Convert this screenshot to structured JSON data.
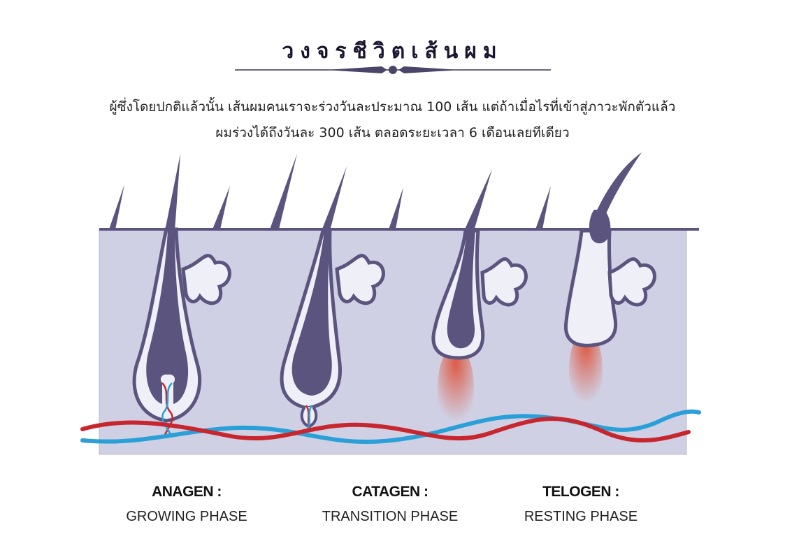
{
  "header": {
    "title": "วงจรชีวิตเส้นผม"
  },
  "description": {
    "line1": "ผู้ซึ่งโดยปกติแล้วนั้น  เส้นผมคนเราจะร่วงวันละประมาณ 100 เส้น แต่ถ้าเมื่อไรที่เข้าสู่ภาวะพักตัวแล้ว",
    "line2": "ผมร่วงได้ถึงวันละ 300 เส้น ตลอดระยะเวลา 6 เดือนเลยทีเดียว"
  },
  "phases": [
    {
      "name": "ANAGEN :",
      "subtitle": "GROWING PHASE"
    },
    {
      "name": "CATAGEN :",
      "subtitle": "TRANSITION PHASE"
    },
    {
      "name": "TELOGEN :",
      "subtitle": "RESTING PHASE"
    }
  ],
  "colors": {
    "skin": "#cfd0e3",
    "hair": "#5b547e",
    "follicle": "#efeff7",
    "artery": "#c8262e",
    "vein": "#2a9fd8",
    "title": "#1b1530"
  }
}
